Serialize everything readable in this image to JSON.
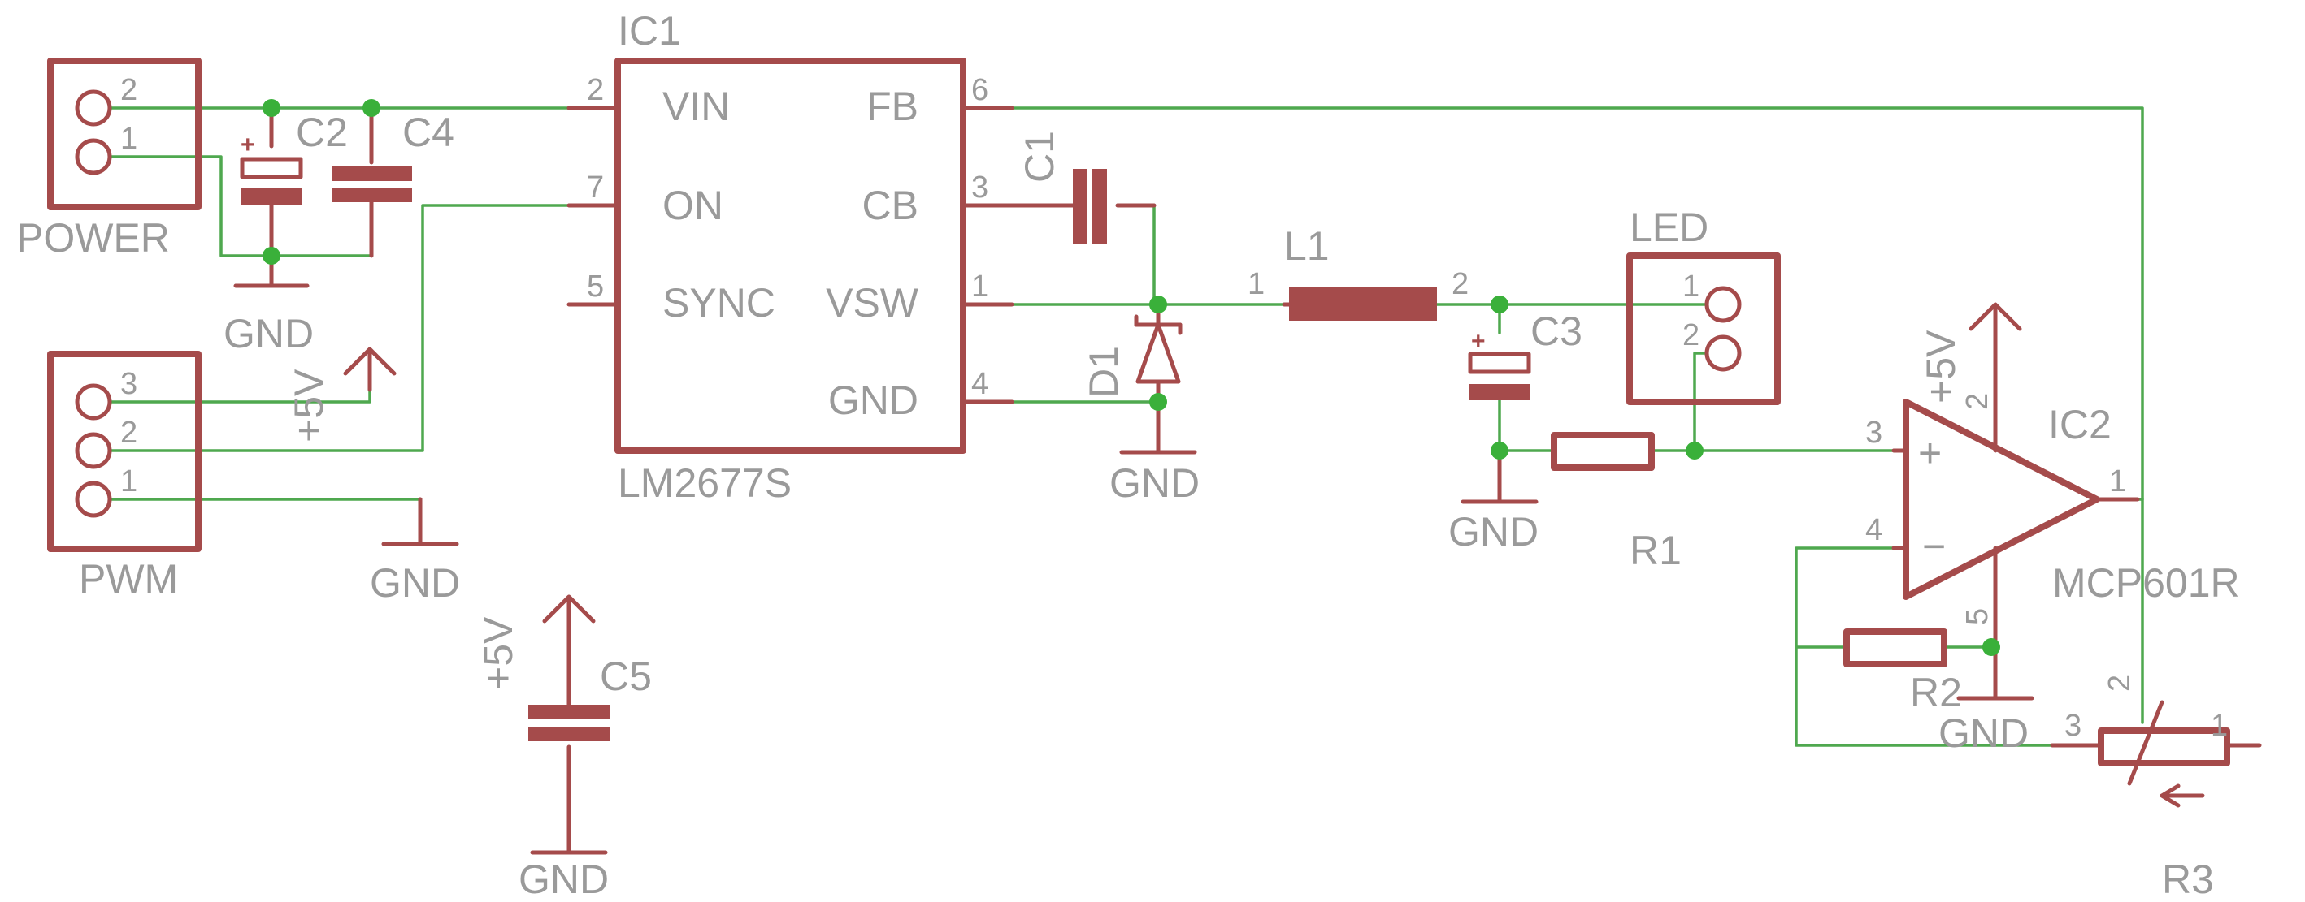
{
  "components": {
    "power": {
      "name": "POWER",
      "pins": [
        "2",
        "1"
      ]
    },
    "pwm": {
      "name": "PWM",
      "pins": [
        "3",
        "2",
        "1"
      ]
    },
    "led": {
      "name": "LED",
      "pins": [
        "1",
        "2"
      ]
    },
    "c2": {
      "name": "C2",
      "polarity": "+"
    },
    "c4": {
      "name": "C4"
    },
    "c1": {
      "name": "C1"
    },
    "c3": {
      "name": "C3",
      "polarity": "+"
    },
    "c5": {
      "name": "C5"
    },
    "l1": {
      "name": "L1",
      "pins": [
        "1",
        "2"
      ]
    },
    "d1": {
      "name": "D1"
    },
    "r1": {
      "name": "R1"
    },
    "r2": {
      "name": "R2"
    },
    "r3": {
      "name": "R3",
      "pins": [
        "3",
        "2",
        "1"
      ]
    },
    "ic1": {
      "name": "IC1",
      "value": "LM2677S",
      "left_pins": [
        {
          "num": "2",
          "label": "VIN"
        },
        {
          "num": "7",
          "label": "ON"
        },
        {
          "num": "5",
          "label": "SYNC"
        }
      ],
      "right_pins": [
        {
          "num": "6",
          "label": "FB"
        },
        {
          "num": "3",
          "label": "CB"
        },
        {
          "num": "1",
          "label": "VSW"
        },
        {
          "num": "4",
          "label": "GND"
        }
      ]
    },
    "ic2": {
      "name": "IC2",
      "value": "MCP601R",
      "pins": {
        "non_inv": "3",
        "inv": "4",
        "out": "1",
        "vdd": "2",
        "vss": "5"
      },
      "non_inv_sign": "+",
      "inv_sign": "−"
    }
  },
  "nets": {
    "gnd": "GND",
    "vcc": "+5V"
  }
}
